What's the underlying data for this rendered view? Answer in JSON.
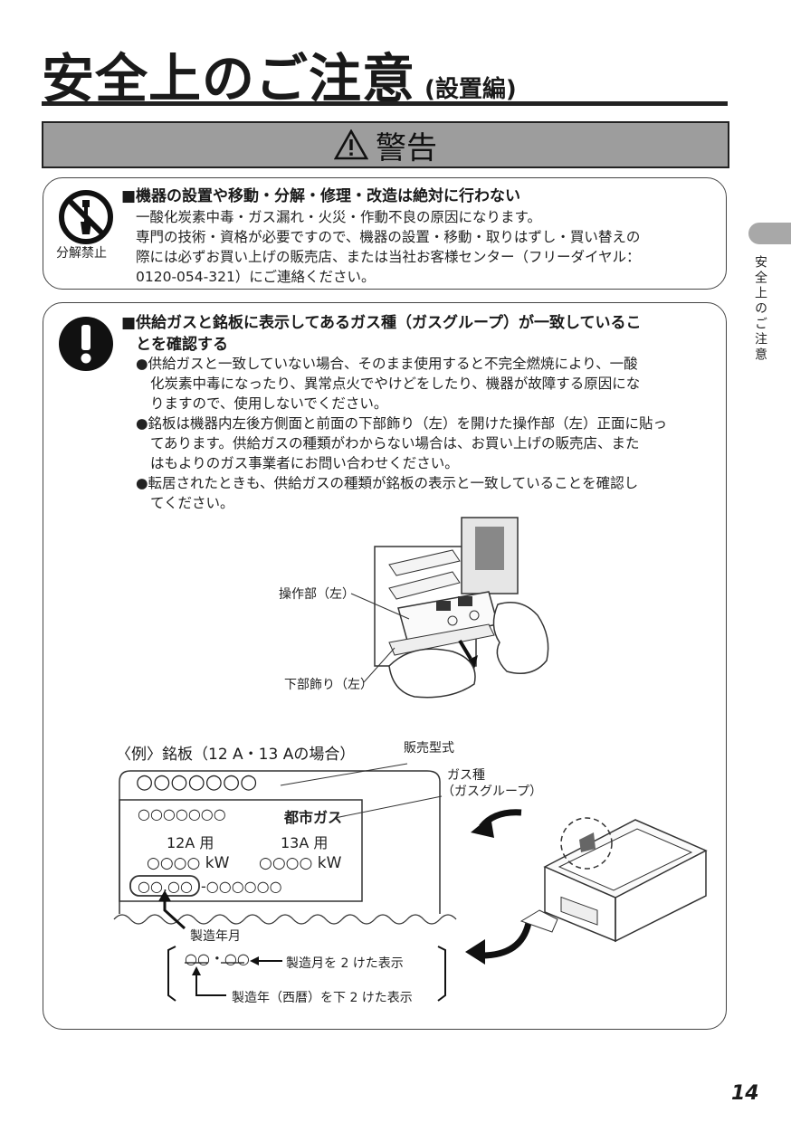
{
  "title": {
    "main": "安全上のご注意",
    "sub": "(設置編)"
  },
  "warning": {
    "label": "警告"
  },
  "section1": {
    "prohibit_label": "分解禁止",
    "heading": "■機器の設置や移動・分解・修理・改造は絶対に行わない",
    "lines": [
      "一酸化炭素中毒・ガス漏れ・火災・作動不良の原因になります。",
      "専門の技術・資格が必要ですので、機器の設置・移動・取りはずし・買い替えの",
      "際には必ずお買い上げの販売店、または当社お客様センター（フリーダイヤル：",
      "0120-054-321）にご連絡ください。"
    ]
  },
  "section2": {
    "heading_lines": [
      "■供給ガスと銘板に表示してあるガス種（ガスグループ）が一致しているこ",
      "とを確認する"
    ],
    "bullet1": [
      "●供給ガスと一致していない場合、そのまま使用すると不完全燃焼により、一酸",
      "化炭素中毒になったり、異常点火でやけどをしたり、機器が故障する原因にな",
      "りますので、使用しないでください。"
    ],
    "bullet2": [
      "●銘板は機器内左後方側面と前面の下部飾り（左）を開けた操作部（左）正面に貼っ",
      "てあります。供給ガスの種類がわからない場合は、お買い上げの販売店、また",
      "はもよりのガス事業者にお問い合わせください。"
    ],
    "bullet3": [
      "●転居されたときも、供給ガスの種類が銘板の表示と一致していることを確認し",
      "てください。"
    ]
  },
  "illustration": {
    "operation_label": "操作部（左）",
    "lower_trim_label": "下部飾り（左）"
  },
  "example": {
    "title": "〈例〉銘板（12 A・13 Aの場合）",
    "model_label": "販売型式",
    "gas_type_label_1": "ガス種",
    "gas_type_label_2": "（ガスグループ）",
    "plate": {
      "model": "○○○○○○○",
      "row1_left": "○○○○○○○",
      "row1_right": "都市ガス",
      "gas1": "12A 用",
      "gas2": "13A 用",
      "kw1": "○○○○ kW",
      "kw2": "○○○○ kW",
      "serial_date": "○○.○○",
      "serial_rest": "-○○○○○○"
    },
    "mfg_date_label": "製造年月",
    "date_example": "○○・○○",
    "month_note": "製造月を 2 けた表示",
    "year_note": "製造年（西暦）を下 2 けた表示"
  },
  "side_label": "安全上のご注意",
  "page_number": "14"
}
